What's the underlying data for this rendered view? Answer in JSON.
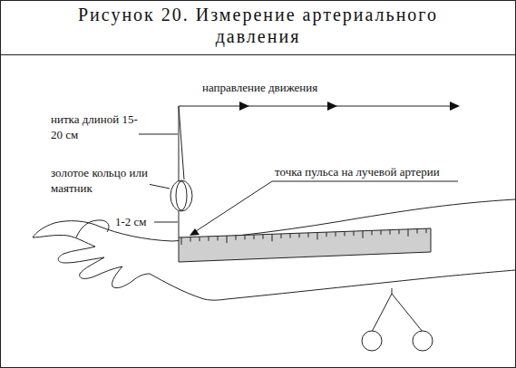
{
  "diagram": {
    "title": "Рисунок 20. Измерение артериального давления",
    "labels": [
      "направление движения",
      "нитка длиной 15-20 см",
      "золотое кольцо или маятник",
      "точка пульса на лучевой артерии",
      "1-2 см"
    ]
  }
}
